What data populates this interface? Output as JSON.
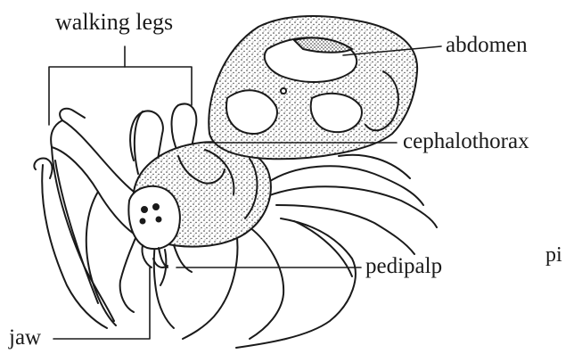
{
  "diagram": {
    "labels": {
      "walking_legs": "walking legs",
      "abdomen": "abdomen",
      "cephalothorax": "cephalothorax",
      "pedipalp": "pedipalp",
      "jaw": "jaw",
      "partial_right": "pi"
    },
    "colors": {
      "ink": "#1a1a1a",
      "background": "#ffffff"
    }
  }
}
